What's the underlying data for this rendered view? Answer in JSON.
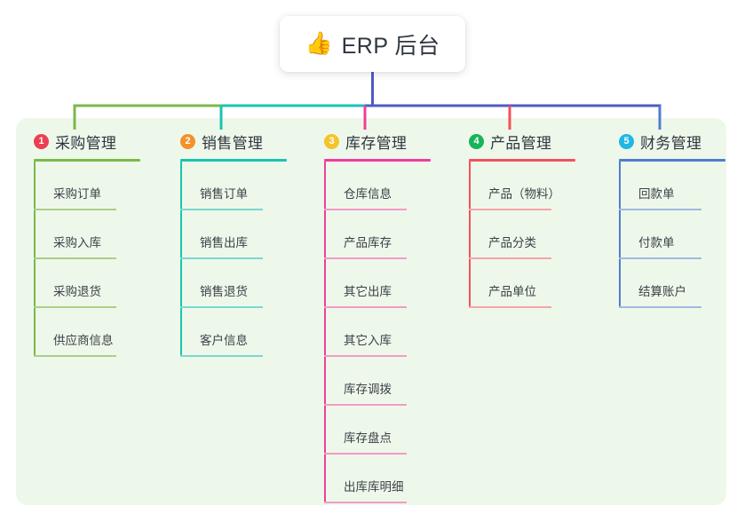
{
  "root": {
    "icon": "thumbs-up-icon",
    "icon_glyph": "👍",
    "title": "ERP 后台"
  },
  "colors": {
    "page_background": "#ffffff",
    "panel_background": "#eef8ea",
    "root_text": "#2f3640",
    "leaf_text": "#3b4149",
    "trunk": "#4d5bc4"
  },
  "columns": [
    {
      "index": "1",
      "title": "采购管理",
      "badge_color": "#ef3e51",
      "line_color": "#7ab94a",
      "leaf_line_color": "#aace8a",
      "rule_width": 120,
      "leaf_rule_width": 93,
      "items": [
        {
          "label": "采购订单"
        },
        {
          "label": "采购入库"
        },
        {
          "label": "采购退货"
        },
        {
          "label": "供应商信息"
        }
      ]
    },
    {
      "index": "2",
      "title": "销售管理",
      "badge_color": "#f5912b",
      "line_color": "#18c4b4",
      "leaf_line_color": "#79d8cf",
      "rule_width": 120,
      "leaf_rule_width": 93,
      "items": [
        {
          "label": "销售订单"
        },
        {
          "label": "销售出库"
        },
        {
          "label": "销售退货"
        },
        {
          "label": "客户信息"
        }
      ]
    },
    {
      "index": "3",
      "title": "库存管理",
      "badge_color": "#f5c32b",
      "line_color": "#ef3e9c",
      "leaf_line_color": "#f29bc6",
      "rule_width": 120,
      "leaf_rule_width": 93,
      "items": [
        {
          "label": "仓库信息"
        },
        {
          "label": "产品库存"
        },
        {
          "label": "其它出库"
        },
        {
          "label": "其它入库"
        },
        {
          "label": "库存调拨"
        },
        {
          "label": "库存盘点"
        },
        {
          "label": "出库库明细"
        }
      ]
    },
    {
      "index": "4",
      "title": "产品管理",
      "badge_color": "#19b35a",
      "line_color": "#f4505c",
      "leaf_line_color": "#f5a3a8",
      "rule_width": 120,
      "leaf_rule_width": 93,
      "items": [
        {
          "label": "产品（物料）"
        },
        {
          "label": "产品分类"
        },
        {
          "label": "产品单位"
        }
      ]
    },
    {
      "index": "5",
      "title": "财务管理",
      "badge_color": "#22b6e6",
      "line_color": "#4d7ed0",
      "leaf_line_color": "#9fb9e2",
      "rule_width": 120,
      "leaf_rule_width": 93,
      "items": [
        {
          "label": "回款单"
        },
        {
          "label": "付款单"
        },
        {
          "label": "结算账户"
        }
      ]
    }
  ]
}
